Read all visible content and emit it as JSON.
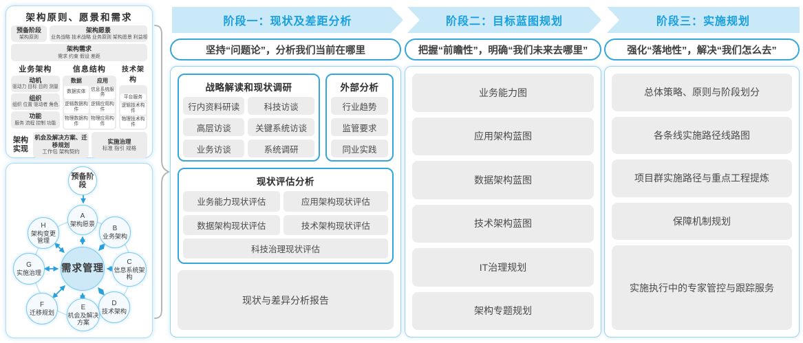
{
  "left": {
    "principles": {
      "title": "架构原则、愿景和需求",
      "prep_title": "预备阶段",
      "prep_sub": "架构原则",
      "vision_title": "架构愿景",
      "vision_sub": "业务战略 技术战略 业务原则 架构愿景 利益相关者",
      "req_title": "架构需求",
      "req_sub": "需求  约束  假设  差距",
      "business_title": "业务架构",
      "business_groups": [
        {
          "title": "动机",
          "sub": "驱动力 目标 目的 测量"
        },
        {
          "title": "组织",
          "sub": "组织 位置 驱动者 角色"
        },
        {
          "title": "功能",
          "sub": "服务 流程 控制 功能"
        }
      ],
      "info_title": "信息结构",
      "info_data_title": "数据",
      "info_data_items": [
        "数据实体",
        "逻辑数据构件",
        "物理数据构件"
      ],
      "info_app_title": "应用",
      "info_app_items": [
        "信息系统服务",
        "逻辑应用构件",
        "物理应用构件"
      ],
      "tech_title": "技术架构",
      "tech_items": [
        "平台服务",
        "逻辑技术构件",
        "物理技术构件"
      ],
      "impl_label": "架构实现",
      "impl_opp_title": "机会及解决方案、迁移规划",
      "impl_opp_sub": "工作包  架构契约",
      "impl_gov_title": "实施治理",
      "impl_gov_sub": "标准  指引  规格"
    },
    "adm": {
      "prep": "预备阶段",
      "center": "需求管理",
      "nodes": [
        {
          "id": "A",
          "label": "架构愿景"
        },
        {
          "id": "B",
          "label": "业务架构"
        },
        {
          "id": "C",
          "label": "信息系统架构"
        },
        {
          "id": "D",
          "label": "技术架构"
        },
        {
          "id": "E",
          "label": "机会及解决方案"
        },
        {
          "id": "F",
          "label": "迁移规划"
        },
        {
          "id": "G",
          "label": "实施治理"
        },
        {
          "id": "H",
          "label": "架构变更管理"
        }
      ]
    }
  },
  "phases": [
    {
      "header": "阶段一：现状及差距分析",
      "subtitle": "坚持“问题论”，分析我们当前在哪里",
      "research": {
        "title": "战略解读和现状调研",
        "items": [
          "行内资料研读",
          "科技访谈",
          "高层访谈",
          "关键系统访谈",
          "业务访谈",
          "系统调研"
        ]
      },
      "external": {
        "title": "外部分析",
        "items": [
          "行业趋势",
          "监管要求",
          "同业实践"
        ]
      },
      "assessment": {
        "title": "现状评估分析",
        "items": [
          "业务能力现状评估",
          "应用架构现状评估",
          "数据架构现状评估",
          "技术架构现状评估",
          "科技治理现状评估"
        ]
      },
      "report": "现状与差异分析报告"
    },
    {
      "header": "阶段二：目标蓝图规划",
      "subtitle": "把握“前瞻性”，明确“我们未来去哪里”",
      "items": [
        "业务能力图",
        "应用架构蓝图",
        "数据架构蓝图",
        "技术架构蓝图",
        "IT治理规划",
        "架构专题规划"
      ]
    },
    {
      "header": "阶段三：实施规划",
      "subtitle": "强化“落地性”，解决“我们怎么去”",
      "items": [
        "总体策略、原则与阶段划分",
        "各条线实施路径线路图",
        "项目群实施路径与重点工程提炼",
        "保障机制规划",
        "实施执行中的专家管控与跟踪服务"
      ]
    }
  ],
  "colors": {
    "band_bg": "#c9e8f8",
    "band_text": "#189fdf",
    "accent_border": "#35a5dc",
    "panel_border": "#98d3f0",
    "item_bg": "#ececec",
    "arrow_blue": "#28a0db",
    "brace_grey": "#b5b5b5"
  }
}
